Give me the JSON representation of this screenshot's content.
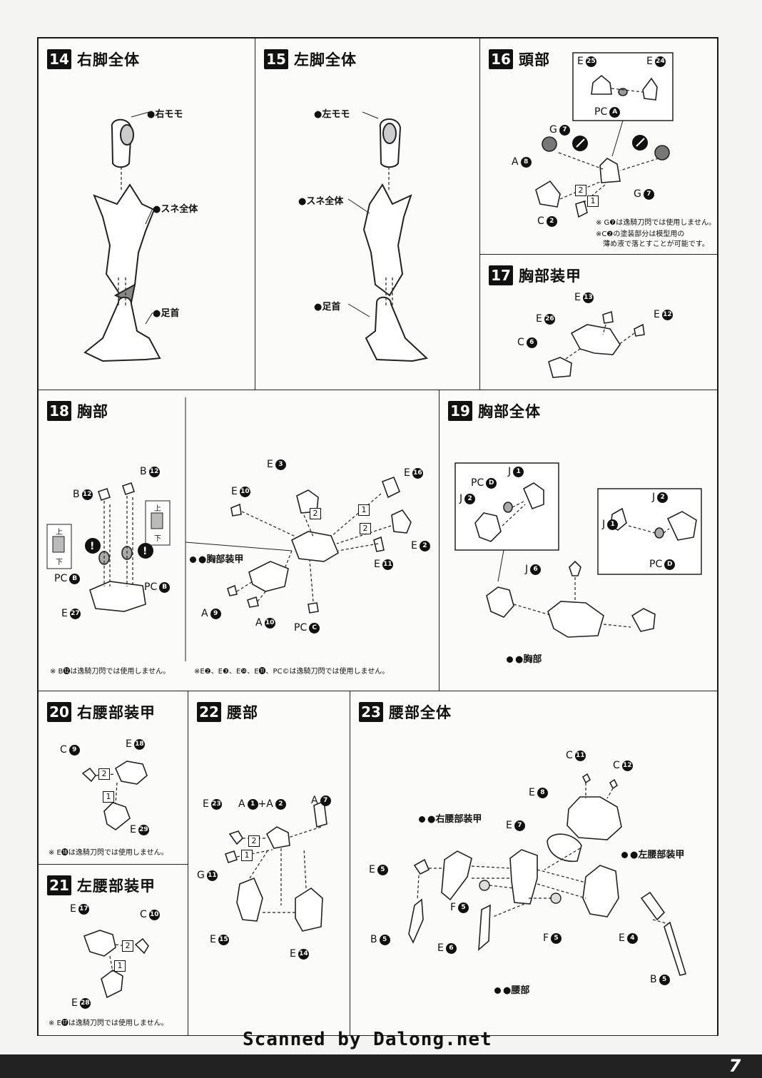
{
  "panels": {
    "p14": {
      "num": "14",
      "title": "右脚全体",
      "labels": [
        "●右モモ",
        "●スネ全体",
        "●足首"
      ]
    },
    "p15": {
      "num": "15",
      "title": "左脚全体",
      "labels": [
        "●左モモ",
        "●スネ全体",
        "●足首"
      ]
    },
    "p16": {
      "num": "16",
      "title": "頭部",
      "parts": [
        {
          "l": "E",
          "n": "25"
        },
        {
          "l": "E",
          "n": "24"
        },
        {
          "l": "PC",
          "n": "A"
        },
        {
          "l": "G",
          "n": "7"
        },
        {
          "l": "A",
          "n": "8"
        },
        {
          "l": "G",
          "n": "7"
        },
        {
          "l": "C",
          "n": "2"
        }
      ],
      "steps": [
        "2",
        "1"
      ],
      "notes": [
        "※ G❼は逸騎刀閃では使用しません。",
        "※C❷の塗装部分は模型用の",
        "薄め液で落とすことが可能です。"
      ]
    },
    "p17": {
      "num": "17",
      "title": "胸部装甲",
      "parts": [
        {
          "l": "E",
          "n": "13"
        },
        {
          "l": "E",
          "n": "26"
        },
        {
          "l": "E",
          "n": "12"
        },
        {
          "l": "C",
          "n": "6"
        }
      ]
    },
    "p18": {
      "num": "18",
      "title": "胸部",
      "parts": [
        {
          "l": "B",
          "n": "12"
        },
        {
          "l": "B",
          "n": "12"
        },
        {
          "l": "PC",
          "n": "B"
        },
        {
          "l": "PC",
          "n": "B"
        },
        {
          "l": "E",
          "n": "27"
        },
        {
          "l": "E",
          "n": "3"
        },
        {
          "l": "E",
          "n": "10"
        },
        {
          "l": "E",
          "n": "16"
        },
        {
          "l": "E",
          "n": "2"
        },
        {
          "l": "E",
          "n": "11"
        },
        {
          "l": "A",
          "n": "9"
        },
        {
          "l": "A",
          "n": "10"
        },
        {
          "l": "PC",
          "n": "C"
        }
      ],
      "labels": [
        "●胸部装甲"
      ],
      "updown": [
        "上",
        "下"
      ],
      "steps": [
        "2",
        "1",
        "2"
      ],
      "notes": [
        "※ B⓬は逸騎刀閃では使用しません。",
        "※E❷、E❸、E❿、E⓫、PC©は逸騎刀閃では使用しません。"
      ]
    },
    "p19": {
      "num": "19",
      "title": "胸部全体",
      "parts": [
        {
          "l": "PC",
          "n": "D"
        },
        {
          "l": "J",
          "n": "1"
        },
        {
          "l": "J",
          "n": "2"
        },
        {
          "l": "J",
          "n": "2"
        },
        {
          "l": "J",
          "n": "1"
        },
        {
          "l": "PC",
          "n": "D"
        },
        {
          "l": "J",
          "n": "6"
        }
      ],
      "labels": [
        "●胸部"
      ]
    },
    "p20": {
      "num": "20",
      "title": "右腰部装甲",
      "parts": [
        {
          "l": "C",
          "n": "9"
        },
        {
          "l": "E",
          "n": "18"
        },
        {
          "l": "E",
          "n": "29"
        }
      ],
      "steps": [
        "2",
        "1"
      ],
      "notes": [
        "※ E⓲は逸騎刀閃では使用しません。"
      ]
    },
    "p21": {
      "num": "21",
      "title": "左腰部装甲",
      "parts": [
        {
          "l": "E",
          "n": "17"
        },
        {
          "l": "C",
          "n": "10"
        },
        {
          "l": "E",
          "n": "28"
        }
      ],
      "steps": [
        "2",
        "1"
      ],
      "notes": [
        "※ E⓱は逸騎刀閃では使用しません。"
      ]
    },
    "p22": {
      "num": "22",
      "title": "腰部",
      "parts": [
        {
          "l": "E",
          "n": "23"
        },
        {
          "l": "A",
          "n": "1"
        },
        {
          "l": "A",
          "n": "7"
        },
        {
          "l": "G",
          "n": "11"
        },
        {
          "l": "E",
          "n": "15"
        },
        {
          "l": "E",
          "n": "14"
        }
      ],
      "extra": "+A",
      "extra_n": "2",
      "steps": [
        "2",
        "1"
      ]
    },
    "p23": {
      "num": "23",
      "title": "腰部全体",
      "parts": [
        {
          "l": "C",
          "n": "11"
        },
        {
          "l": "C",
          "n": "12"
        },
        {
          "l": "E",
          "n": "8"
        },
        {
          "l": "E",
          "n": "7"
        },
        {
          "l": "E",
          "n": "5"
        },
        {
          "l": "B",
          "n": "5"
        },
        {
          "l": "F",
          "n": "5"
        },
        {
          "l": "E",
          "n": "6"
        },
        {
          "l": "F",
          "n": "5"
        },
        {
          "l": "E",
          "n": "4"
        },
        {
          "l": "B",
          "n": "5"
        }
      ],
      "labels": [
        "●右腰部装甲",
        "●左腰部装甲",
        "●腰部"
      ]
    }
  },
  "footer": {
    "scan_credit": "Scanned by Dalong.net",
    "page": "7"
  }
}
